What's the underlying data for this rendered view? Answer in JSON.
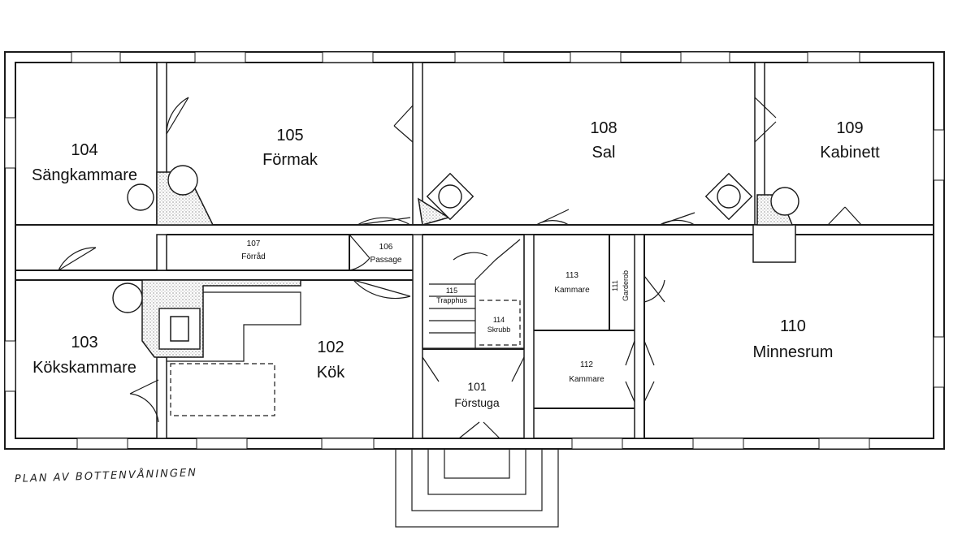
{
  "caption": "PLAN AV BOTTENVÅNINGEN",
  "rooms": {
    "r104": {
      "number": "104",
      "name": "Sängkammare"
    },
    "r105": {
      "number": "105",
      "name": "Förmak"
    },
    "r108": {
      "number": "108",
      "name": "Sal"
    },
    "r109": {
      "number": "109",
      "name": "Kabinett"
    },
    "r107": {
      "number": "107",
      "name": "Förråd"
    },
    "r106": {
      "number": "106",
      "name": "Passage"
    },
    "r115": {
      "number": "115",
      "name": "Trapphus"
    },
    "r114": {
      "number": "114",
      "name": "Skrubb"
    },
    "r113": {
      "number": "113",
      "name": "Kammare"
    },
    "r111": {
      "number": "111",
      "name": "Garderob"
    },
    "r112": {
      "number": "112",
      "name": "Kammare"
    },
    "r110": {
      "number": "110",
      "name": "Minnesrum"
    },
    "r103": {
      "number": "103",
      "name": "Kökskammare"
    },
    "r102": {
      "number": "102",
      "name": "Kök"
    },
    "r101": {
      "number": "101",
      "name": "Förstuga"
    }
  }
}
